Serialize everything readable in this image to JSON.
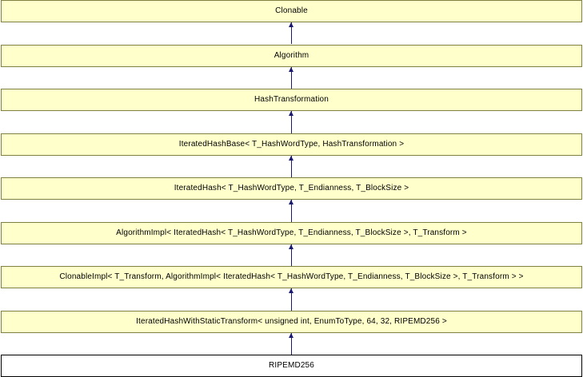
{
  "diagram": {
    "type": "class-inheritance",
    "kind": "doxygen-inheritance-graph",
    "colors": {
      "node_fill": "#ffffcc",
      "node_border": "#808040",
      "current_node_fill": "#ffffff",
      "current_node_border": "#000000",
      "edge": "#191970",
      "text": "#000000",
      "background": "#ffffff"
    },
    "nodes": [
      {
        "label": "Clonable",
        "current": false
      },
      {
        "label": "Algorithm",
        "current": false
      },
      {
        "label": "HashTransformation",
        "current": false
      },
      {
        "label": "IteratedHashBase< T_HashWordType, HashTransformation >",
        "current": false
      },
      {
        "label": "IteratedHash< T_HashWordType, T_Endianness, T_BlockSize >",
        "current": false
      },
      {
        "label": "AlgorithmImpl< IteratedHash< T_HashWordType, T_Endianness, T_BlockSize >, T_Transform >",
        "current": false
      },
      {
        "label": "ClonableImpl< T_Transform, AlgorithmImpl< IteratedHash< T_HashWordType, T_Endianness, T_BlockSize >, T_Transform > >",
        "current": false
      },
      {
        "label": "IteratedHashWithStaticTransform< unsigned int, EnumToType, 64, 32, RIPEMD256 >",
        "current": false
      },
      {
        "label": "RIPEMD256",
        "current": true
      }
    ],
    "edges": [
      {
        "from": 1,
        "to": 0,
        "arrow": "up"
      },
      {
        "from": 2,
        "to": 1,
        "arrow": "up"
      },
      {
        "from": 3,
        "to": 2,
        "arrow": "up"
      },
      {
        "from": 4,
        "to": 3,
        "arrow": "up"
      },
      {
        "from": 5,
        "to": 4,
        "arrow": "up"
      },
      {
        "from": 6,
        "to": 5,
        "arrow": "up"
      },
      {
        "from": 7,
        "to": 6,
        "arrow": "up"
      },
      {
        "from": 8,
        "to": 7,
        "arrow": "up"
      }
    ]
  }
}
